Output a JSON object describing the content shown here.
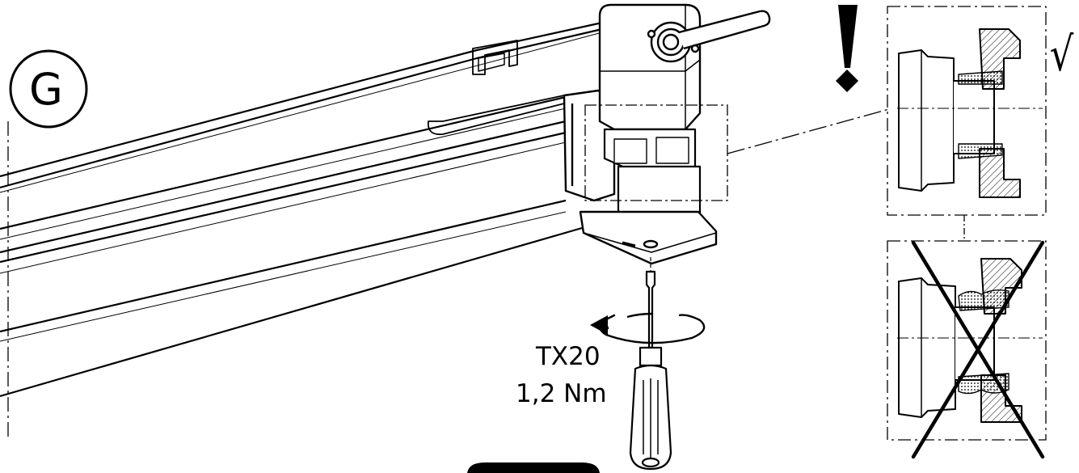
{
  "step": {
    "letter": "G"
  },
  "tool": {
    "bit": "TX20",
    "torque": "1,2 Nm"
  },
  "detail_correct": {
    "mark": "√"
  },
  "detail_incorrect": {
    "mark": "cross-mark"
  },
  "icons": {
    "warning": "exclamation-warning-icon",
    "rotation": "rotation-arrow-icon",
    "screwdriver": "screwdriver-icon"
  },
  "colors": {
    "line": "#000000",
    "background": "#ffffff"
  }
}
